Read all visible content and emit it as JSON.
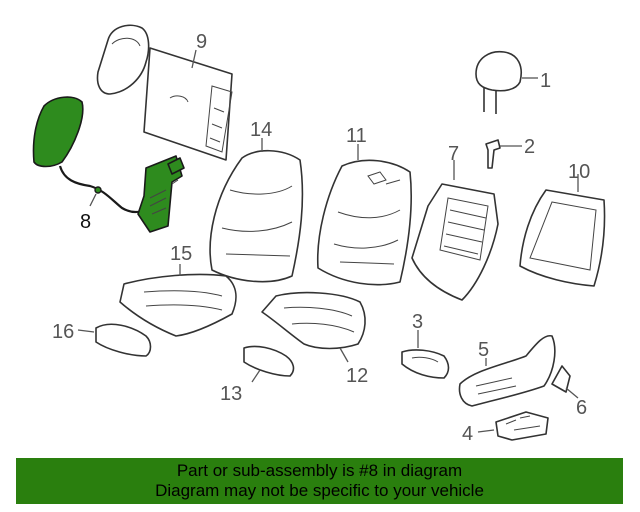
{
  "callouts": {
    "c1": "1",
    "c2": "2",
    "c3": "3",
    "c4": "4",
    "c5": "5",
    "c6": "6",
    "c7": "7",
    "c8": "8",
    "c9": "9",
    "c10": "10",
    "c11": "11",
    "c12": "12",
    "c13": "13",
    "c14": "14",
    "c15": "15",
    "c16": "16"
  },
  "highlight": {
    "part": "8",
    "color": "#2e8b1e"
  },
  "banner": {
    "line1": "Part or sub-assembly is #8 in diagram",
    "line2": "Diagram may not be specific to your vehicle",
    "color": "#2a7f0e"
  }
}
